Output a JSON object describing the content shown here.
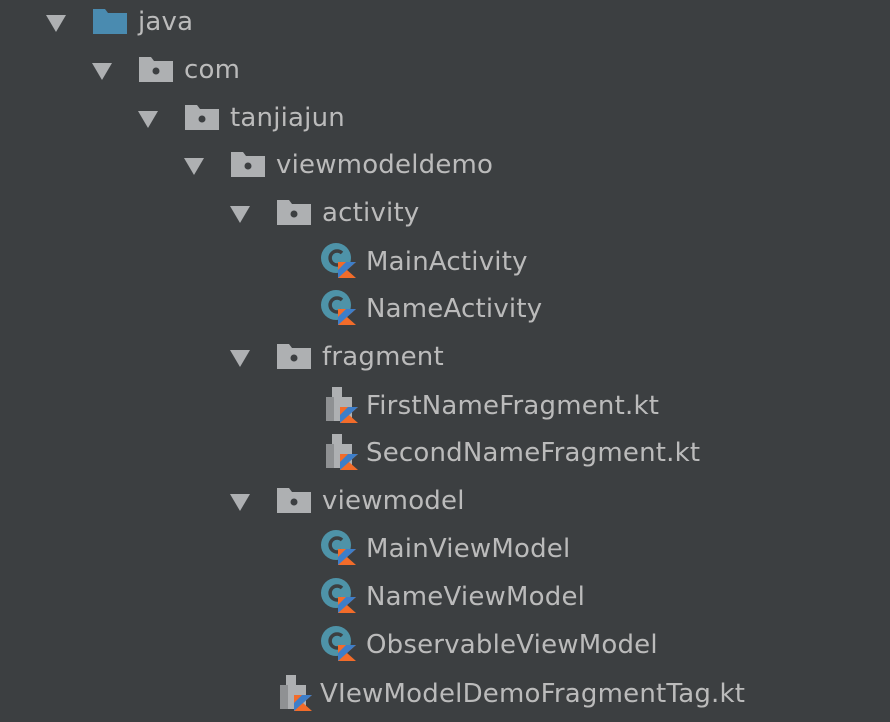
{
  "colors": {
    "background": "#3c3f41",
    "text": "#bbbbbb",
    "arrow": "#aeb0b2",
    "source_folder": "#4a8bb0",
    "package_folder": "#aeb0b2",
    "kotlin_class": "#4e93a8",
    "kotlin_badge_orange": "#f26c2a",
    "kotlin_badge_blue": "#3d7ec9"
  },
  "tree": {
    "java": {
      "label": "java",
      "icon": "source-folder-icon"
    },
    "com": {
      "label": "com",
      "icon": "package-icon"
    },
    "tanjiajun": {
      "label": "tanjiajun",
      "icon": "package-icon"
    },
    "viewmodeldemo": {
      "label": "viewmodeldemo",
      "icon": "package-icon"
    },
    "activity": {
      "label": "activity",
      "icon": "package-icon",
      "children": [
        {
          "label": "MainActivity",
          "icon": "kotlin-class-icon"
        },
        {
          "label": "NameActivity",
          "icon": "kotlin-class-icon"
        }
      ]
    },
    "fragment": {
      "label": "fragment",
      "icon": "package-icon",
      "children": [
        {
          "label": "FirstNameFragment.kt",
          "icon": "kotlin-file-icon"
        },
        {
          "label": "SecondNameFragment.kt",
          "icon": "kotlin-file-icon"
        }
      ]
    },
    "viewmodel": {
      "label": "viewmodel",
      "icon": "package-icon",
      "children": [
        {
          "label": "MainViewModel",
          "icon": "kotlin-class-icon"
        },
        {
          "label": "NameViewModel",
          "icon": "kotlin-class-icon"
        },
        {
          "label": "ObservableViewModel",
          "icon": "kotlin-class-icon"
        }
      ]
    },
    "root_file": {
      "label": "VIewModelDemoFragmentTag.kt",
      "icon": "kotlin-file-icon"
    }
  }
}
